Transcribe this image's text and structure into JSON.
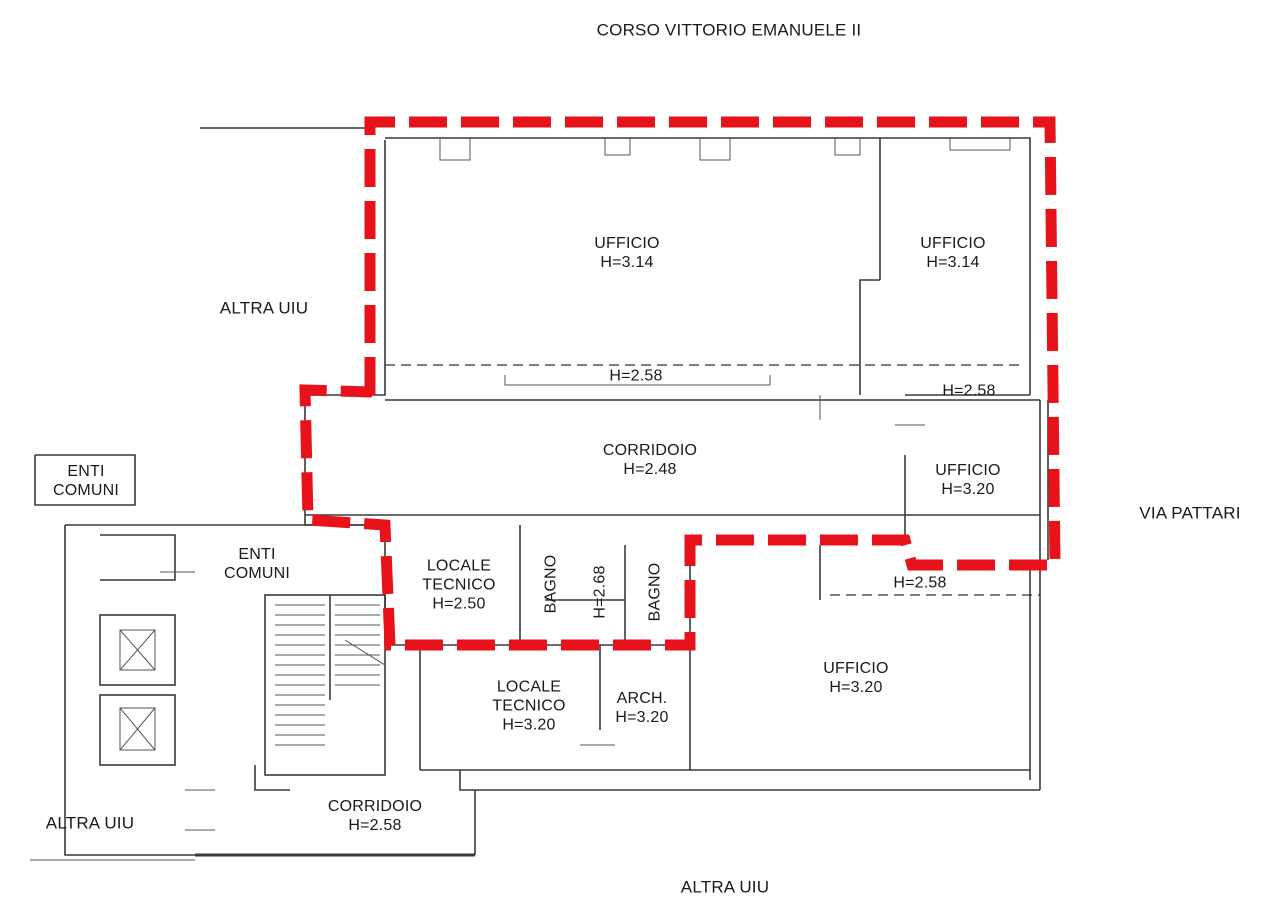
{
  "streets": {
    "top": "CORSO VITTORIO EMANUELE II",
    "right": "VIA PATTARI",
    "bottom": "ALTRA UIU",
    "left_upper": "ALTRA UIU",
    "left_lower": "ALTRA UIU"
  },
  "rooms": {
    "ufficio_1": {
      "name": "UFFICIO",
      "height": "H=3.14"
    },
    "ufficio_2": {
      "name": "UFFICIO",
      "height": "H=3.14"
    },
    "h_258_a": "H=2.58",
    "h_258_b": "H=2.58",
    "h_258_c": "H=2.58",
    "corridoio_1": {
      "name": "CORRIDOIO",
      "height": "H=2.48"
    },
    "ufficio_3": {
      "name": "UFFICIO",
      "height": "H=3.20"
    },
    "enti_comuni_1": {
      "line1": "ENTI",
      "line2": "COMUNI"
    },
    "enti_comuni_2": {
      "line1": "ENTI",
      "line2": "COMUNI"
    },
    "locale_tecnico_1": {
      "line1": "LOCALE",
      "line2": "TECNICO",
      "height": "H=2.50"
    },
    "bagno_1": "BAGNO",
    "bagno_h": "H=2.68",
    "bagno_2": "BAGNO",
    "locale_tecnico_2": {
      "line1": "LOCALE",
      "line2": "TECNICO",
      "height": "H=3.20"
    },
    "archivio": {
      "name": "ARCH.",
      "height": "H=3.20"
    },
    "ufficio_4": {
      "name": "UFFICIO",
      "height": "H=3.20"
    },
    "corridoio_2": {
      "name": "CORRIDOIO",
      "height": "H=2.58"
    }
  },
  "colors": {
    "boundary": "#e8131a",
    "walls": "#3a3a3a"
  }
}
